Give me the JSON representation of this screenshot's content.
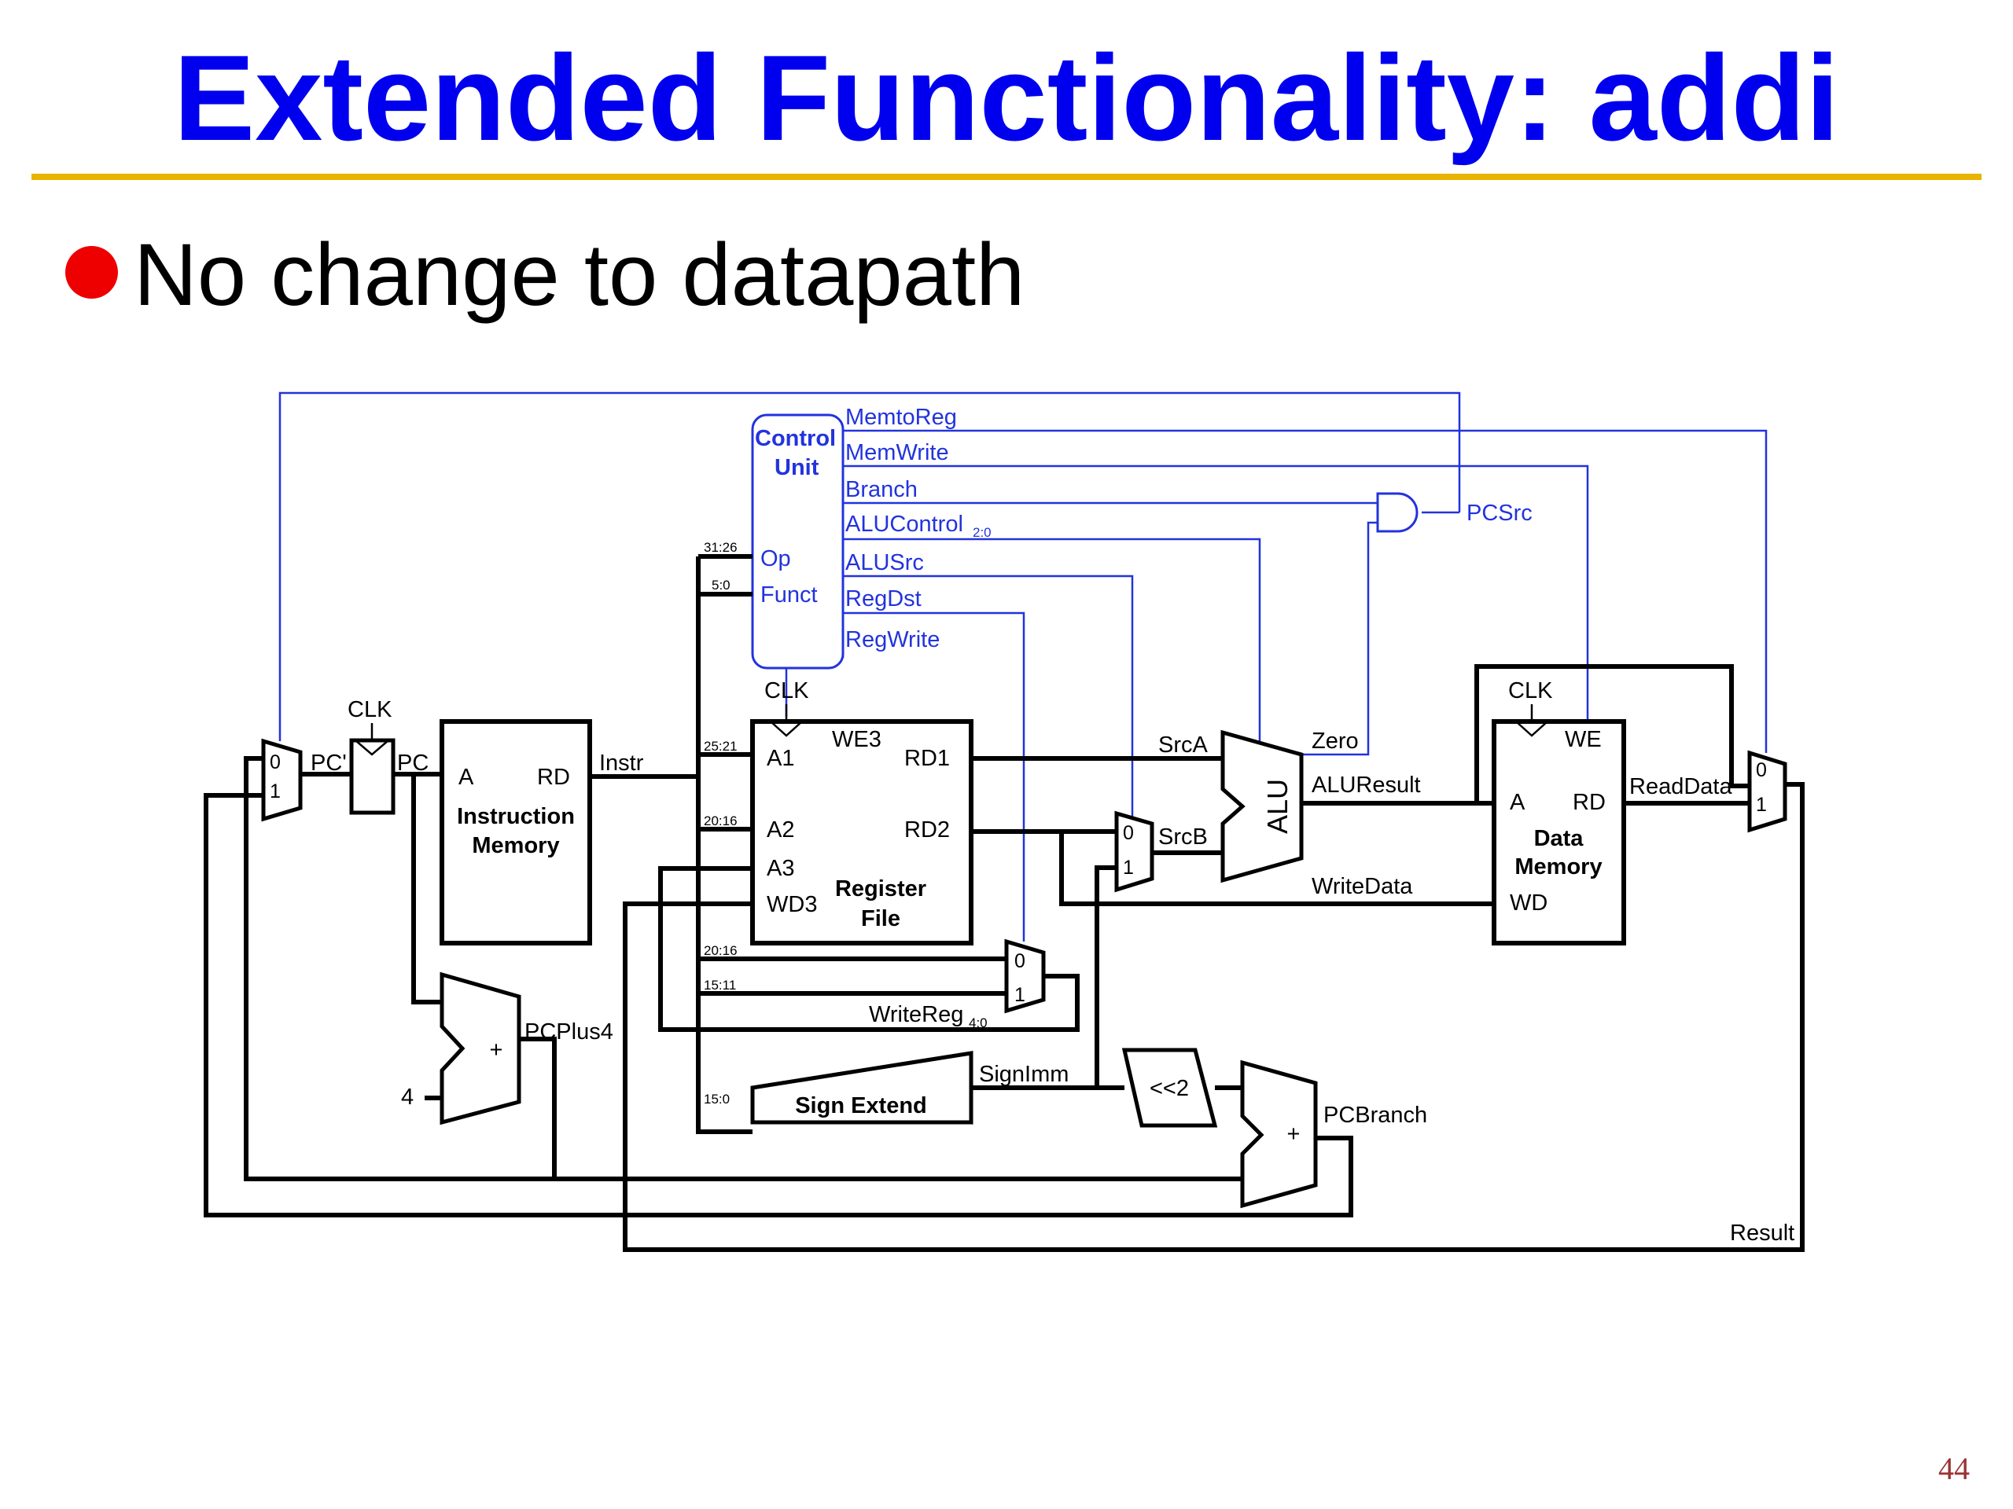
{
  "slide": {
    "title": "Extended Functionality: addi",
    "bullet": "No change to datapath",
    "page_number": "44"
  },
  "diagram": {
    "control_unit": {
      "line1": "Control",
      "line2": "Unit",
      "op": "Op",
      "funct": "Funct"
    },
    "control_signals": {
      "memtoreg": "MemtoReg",
      "memwrite": "MemWrite",
      "branch": "Branch",
      "alucontrol": "ALUControl",
      "alucontrol_sub": "2:0",
      "alusrc": "ALUSrc",
      "regdst": "RegDst",
      "regwrite": "RegWrite",
      "pcsrc": "PCSrc"
    },
    "bit_fields": {
      "b31_26": "31:26",
      "b5_0": "5:0",
      "b25_21": "25:21",
      "b20_16a": "20:16",
      "b20_16b": "20:16",
      "b15_11": "15:11",
      "b15_0": "15:0"
    },
    "clk": "CLK",
    "pc": {
      "pc_prime": "PC'",
      "pc": "PC"
    },
    "instruction_memory": {
      "a": "A",
      "rd": "RD",
      "name1": "Instruction",
      "name2": "Memory"
    },
    "instr": "Instr",
    "register_file": {
      "a1": "A1",
      "a2": "A2",
      "a3": "A3",
      "wd3": "WD3",
      "we3": "WE3",
      "rd1": "RD1",
      "rd2": "RD2",
      "name1": "Register",
      "name2": "File"
    },
    "mux": {
      "zero": "0",
      "one": "1"
    },
    "alu": {
      "label": "ALU",
      "srca": "SrcA",
      "srcb": "SrcB",
      "zero": "Zero",
      "aluresult": "ALUResult"
    },
    "data_memory": {
      "a": "A",
      "rd": "RD",
      "wd": "WD",
      "we": "WE",
      "name1": "Data",
      "name2": "Memory"
    },
    "readdata": "ReadData",
    "writedata": "WriteData",
    "writereg": "WriteReg",
    "writereg_sub": "4:0",
    "signimm": "SignImm",
    "sign_extend": "Sign Extend",
    "shift": "<<2",
    "pcbranch": "PCBranch",
    "pcplus4": "PCPlus4",
    "plus": "+",
    "four": "4",
    "result": "Result"
  }
}
